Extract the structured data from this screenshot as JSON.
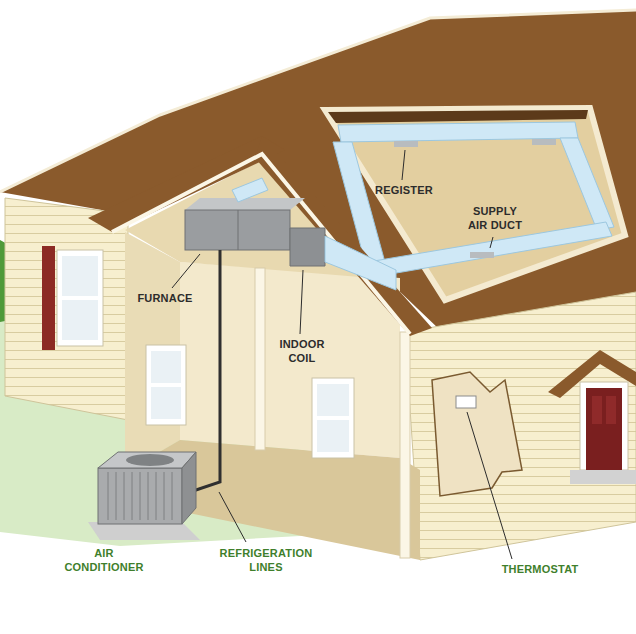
{
  "diagram": {
    "labels": [
      "REGISTER",
      "SUPPLY AIR DUCT",
      "FURNACE",
      "INDOOR COIL",
      "AIR CONDITIONER",
      "REFRIGERATION LINES",
      "THERMOSTAT"
    ]
  }
}
